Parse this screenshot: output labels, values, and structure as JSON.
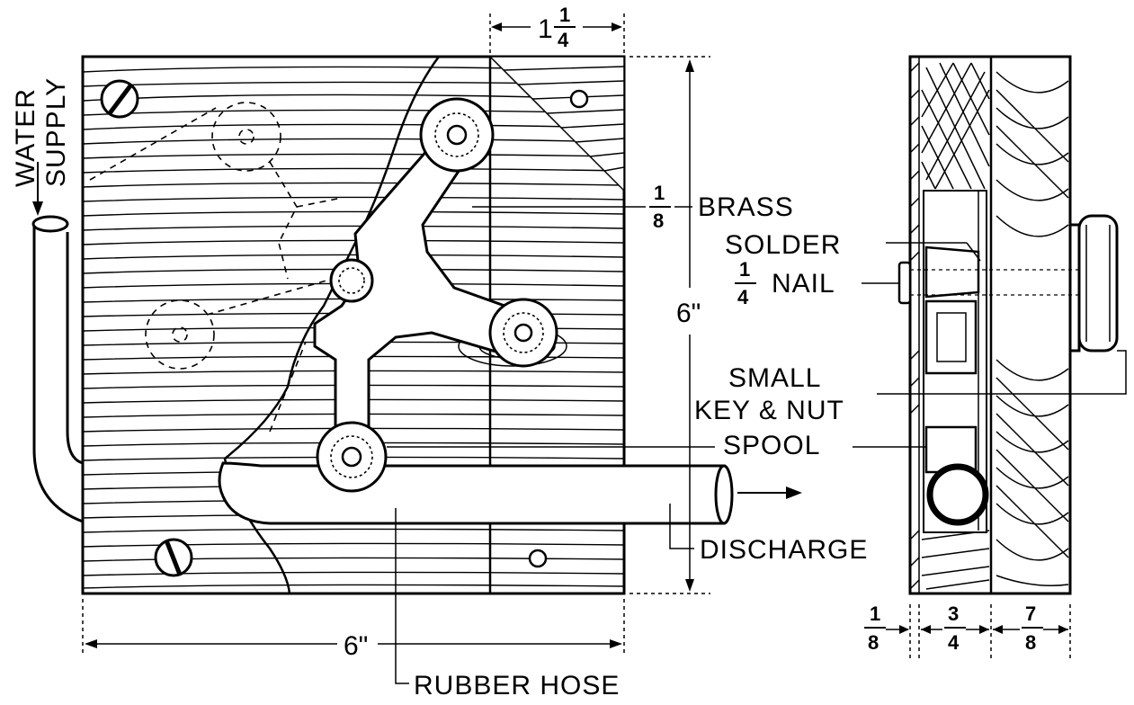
{
  "labels": {
    "water_supply_line1": "WATER",
    "water_supply_line2": "SUPPLY",
    "brass": "BRASS",
    "brass_frac_num": "1",
    "brass_frac_den": "8",
    "solder": "SOLDER",
    "nail": "NAIL",
    "nail_frac_num": "1",
    "nail_frac_den": "4",
    "small_key_nut_line1": "SMALL",
    "small_key_nut_line2": "KEY & NUT",
    "spool": "SPOOL",
    "discharge": "DISCHARGE",
    "rubber_hose": "RUBBER HOSE"
  },
  "dimensions": {
    "top_whole": "1",
    "top_num": "1",
    "top_den": "4",
    "height": "6\"",
    "width": "6\"",
    "side_a_num": "1",
    "side_a_den": "8",
    "side_b_num": "3",
    "side_b_den": "4",
    "side_c_num": "7",
    "side_c_den": "8"
  }
}
